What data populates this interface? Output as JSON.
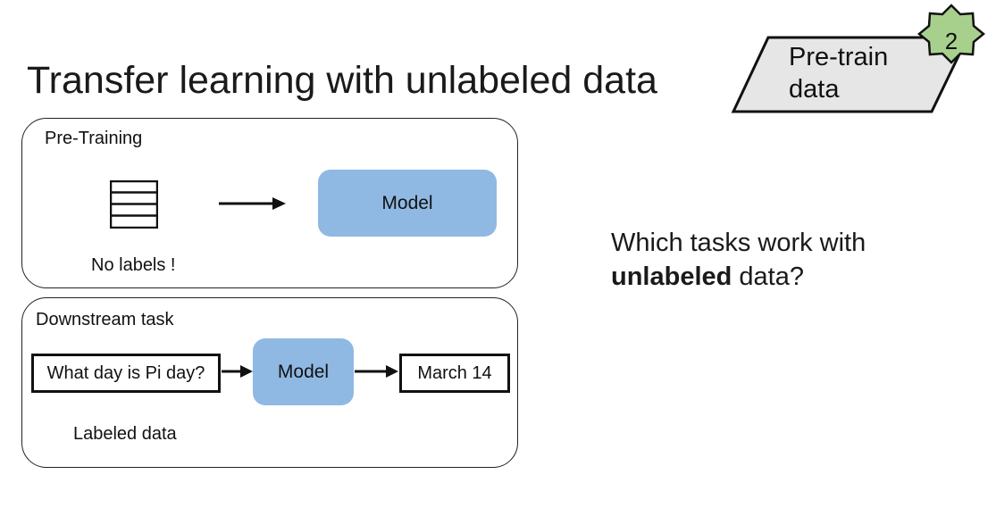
{
  "title": "Transfer learning with unlabeled data",
  "pretraining": {
    "label": "Pre-Training",
    "model_label": "Model",
    "caption": "No labels !"
  },
  "downstream": {
    "label": "Downstream task",
    "input_text": "What day is Pi day?",
    "model_label": "Model",
    "output_text": "March 14",
    "caption": "Labeled data"
  },
  "question": {
    "line1": "Which tasks work with",
    "bold": "unlabeled",
    "line2_rest": " data?"
  },
  "badge": {
    "text_line1": "Pre-train",
    "text_line2": "data",
    "number": "2"
  },
  "colors": {
    "model_fill": "#8fb9e3",
    "badge_fill": "#a8d08d",
    "parallelogram_fill": "#e6e6e6"
  }
}
